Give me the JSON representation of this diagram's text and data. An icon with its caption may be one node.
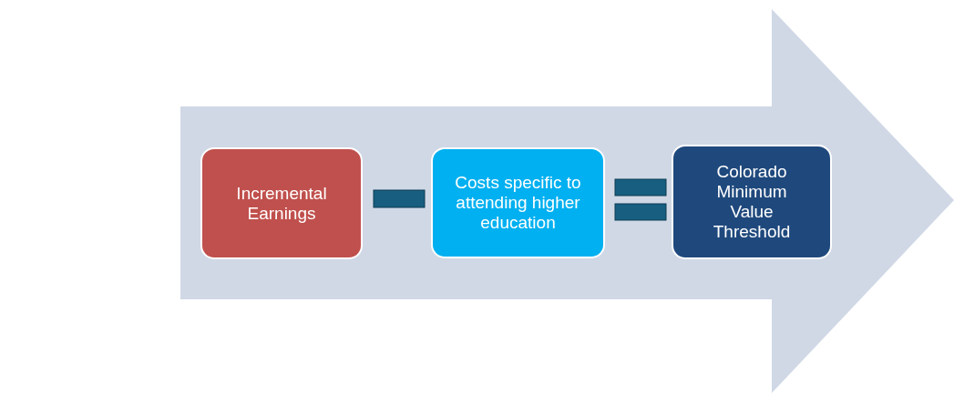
{
  "diagram": {
    "nodes": [
      {
        "text": [],
        "shape": "arrow"
      },
      {
        "text": [
          "Incremental Earnings"
        ],
        "in": 0
      },
      {
        "text": [
          "Costs specific to attending higher education"
        ],
        "in": 0
      },
      {
        "text": [
          "Colorado Minimum Value Threshold"
        ],
        "in": 0
      }
    ]
  }
}
